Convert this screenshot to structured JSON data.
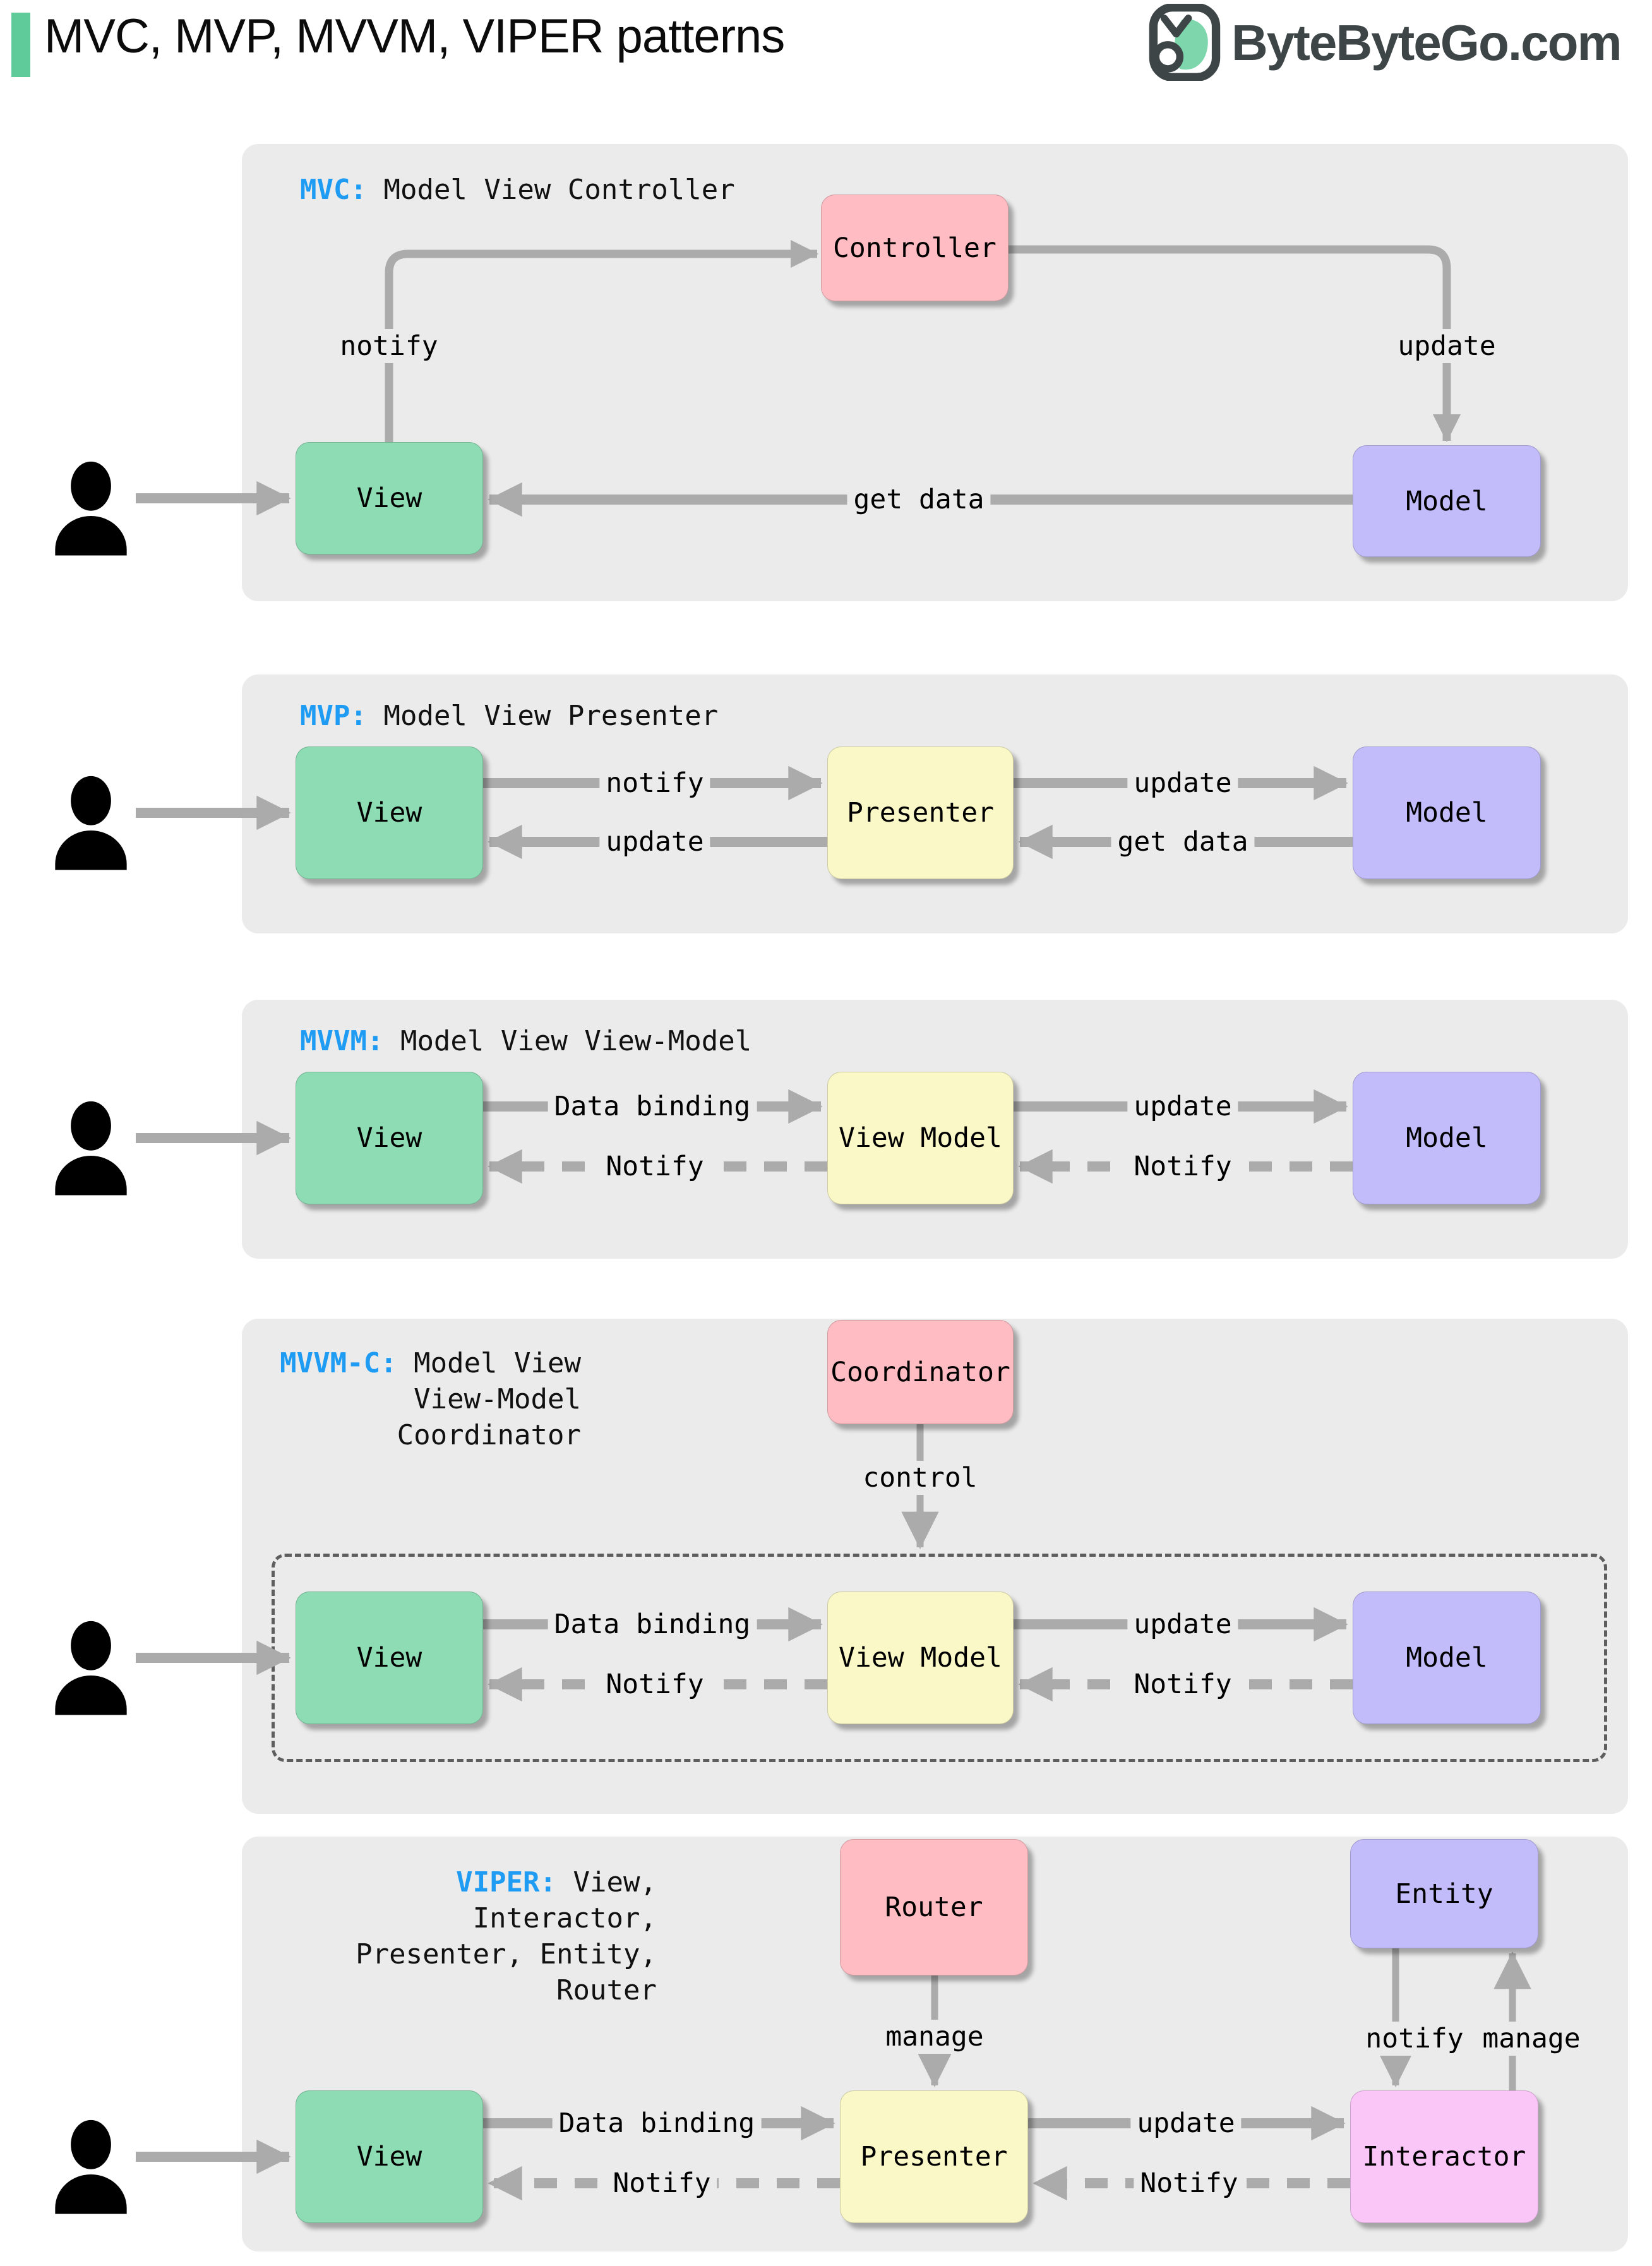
{
  "header": {
    "title": "MVC, MVP, MVVM, VIPER patterns",
    "brand": "ByteByteGo.com"
  },
  "colors": {
    "accent_green": "#5FCB9B",
    "abbr_blue": "#1E9BF3",
    "panel_bg": "#EBEBEB",
    "arrow_gray": "#ABABAB",
    "box_green": "#8EDCB4",
    "box_pink": "#FFBCC2",
    "box_purple": "#C2BCFA",
    "box_yellow": "#FAF8C6",
    "box_magenta": "#FAC6F8",
    "brand_dark": "#3E4547"
  },
  "panels": {
    "mvc": {
      "abbr": "MVC:",
      "desc": "Model View Controller",
      "box_controller": "Controller",
      "box_view": "View",
      "box_model": "Model",
      "lbl_notify": "notify",
      "lbl_update": "update",
      "lbl_get_data": "get data"
    },
    "mvp": {
      "abbr": "MVP:",
      "desc": "Model View Presenter",
      "box_view": "View",
      "box_presenter": "Presenter",
      "box_model": "Model",
      "lbl_notify": "notify",
      "lbl_update_to_model": "update",
      "lbl_update_to_view": "update",
      "lbl_get_data": "get data"
    },
    "mvvm": {
      "abbr": "MVVM:",
      "desc": "Model View View-Model",
      "box_view": "View",
      "box_viewmodel": "View Model",
      "box_model": "Model",
      "lbl_data_binding": "Data binding",
      "lbl_update": "update",
      "lbl_notify_to_view": "Notify",
      "lbl_notify_to_viewmodel": "Notify"
    },
    "mvvmc": {
      "abbr": "MVVM-C:",
      "desc_line1": "Model View",
      "desc_line2": "View-Model",
      "desc_line3": "Coordinator",
      "box_coordinator": "Coordinator",
      "lbl_control": "control",
      "box_view": "View",
      "box_viewmodel": "View Model",
      "box_model": "Model",
      "lbl_data_binding": "Data binding",
      "lbl_update": "update",
      "lbl_notify_to_view": "Notify",
      "lbl_notify_to_viewmodel": "Notify"
    },
    "viper": {
      "abbr": "VIPER:",
      "desc_line1": "View, Interactor,",
      "desc_line2": "Presenter, Entity,",
      "desc_line3": "Router",
      "box_router": "Router",
      "box_entity": "Entity",
      "box_view": "View",
      "box_presenter": "Presenter",
      "box_interactor": "Interactor",
      "lbl_manage_router": "manage",
      "lbl_notify_entity": "notify",
      "lbl_manage_entity": "manage",
      "lbl_data_binding": "Data binding",
      "lbl_update": "update",
      "lbl_notify_to_view": "Notify",
      "lbl_notify_to_presenter": "Notify"
    }
  }
}
